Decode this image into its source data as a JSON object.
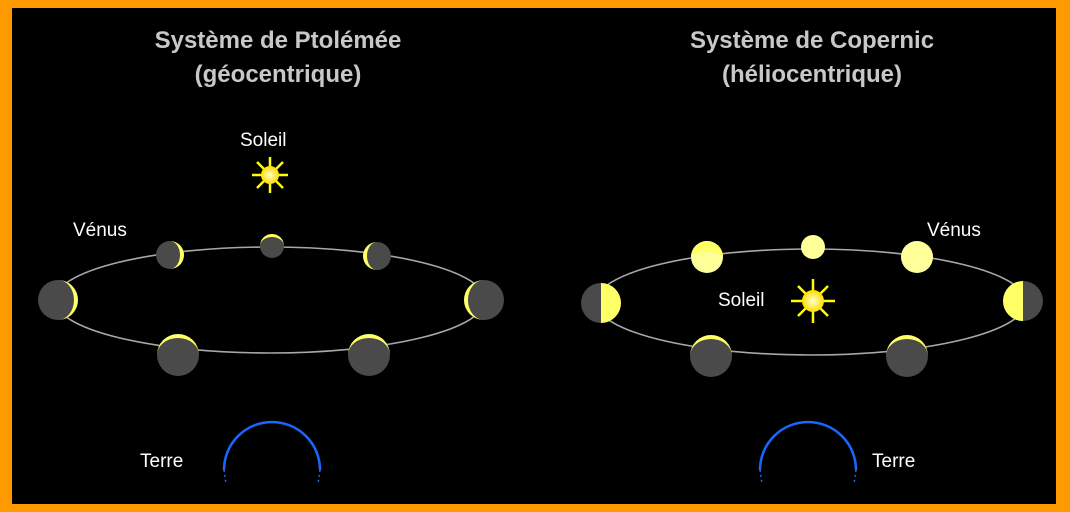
{
  "left_panel": {
    "title_line1": "Système de Ptolémée",
    "title_line2": "(géocentrique)",
    "sun_label": "Soleil",
    "venus_label": "Vénus",
    "earth_label": "Terre"
  },
  "right_panel": {
    "title_line1": "Système de Copernic",
    "title_line2": "(héliocentrique)",
    "sun_label": "Soleil",
    "venus_label": "Vénus",
    "earth_label": "Terre"
  },
  "colors": {
    "border": "#ff9900",
    "background": "#000000",
    "title": "#c8c8c8",
    "orbit": "#a8a8a8",
    "planet_dark": "#4a4a4a",
    "planet_lit": "#ffff66",
    "sun": "#ffff00",
    "earth": "#1a66ff"
  }
}
